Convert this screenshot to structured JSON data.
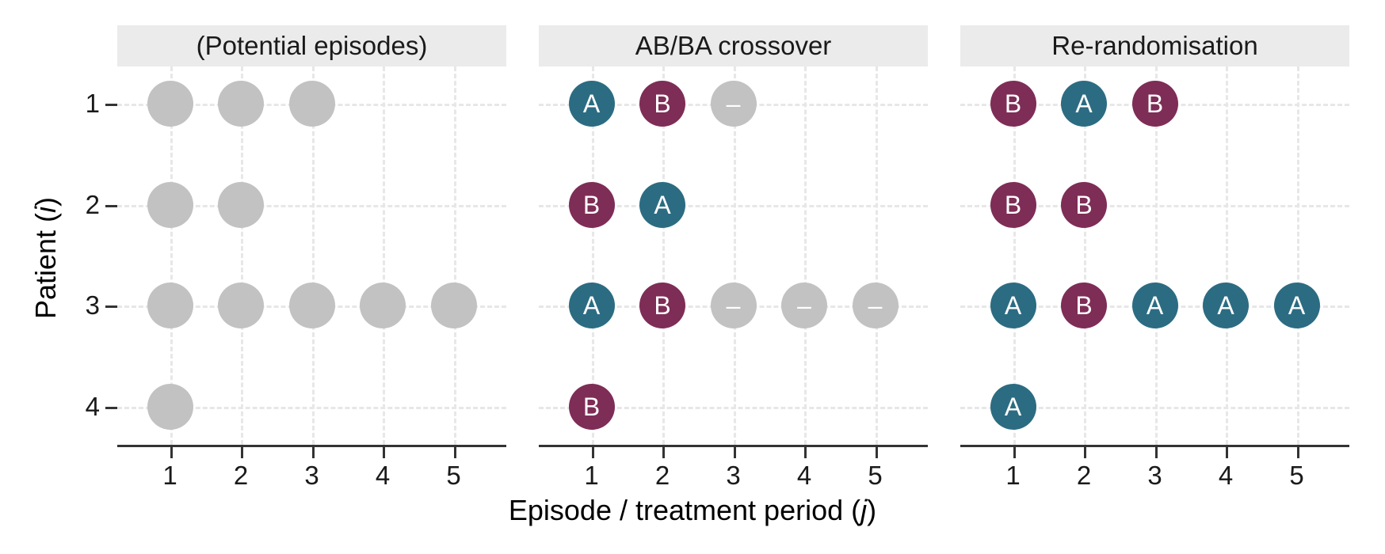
{
  "chart_data": {
    "type": "scatter",
    "description": "Faceted dot-matrix chart of treatment allocation per patient episode under three designs",
    "x_title": {
      "prefix": "Episode / treatment period (",
      "var": "j",
      "suffix": ")"
    },
    "y_title": {
      "prefix": "Patient (",
      "var": "i",
      "suffix": ")"
    },
    "x_ticks": [
      "1",
      "2",
      "3",
      "4",
      "5"
    ],
    "y_ticks": [
      "1",
      "2",
      "3",
      "4"
    ],
    "x_range": [
      1,
      5
    ],
    "y_range": [
      1,
      4
    ],
    "grid": "dashed",
    "legend_position": "none",
    "colors": {
      "A": "#2c6c82",
      "B": "#7e2d56",
      "-": "#c2c2c2",
      "P": "#c2c2c2"
    },
    "symbols": {
      "A": "A",
      "B": "B",
      "-": "–",
      "P": ""
    },
    "panels": [
      {
        "title": "(Potential episodes)",
        "rows": [
          {
            "patient": "1",
            "treatments": [
              "P",
              "P",
              "P"
            ]
          },
          {
            "patient": "2",
            "treatments": [
              "P",
              "P"
            ]
          },
          {
            "patient": "3",
            "treatments": [
              "P",
              "P",
              "P",
              "P",
              "P"
            ]
          },
          {
            "patient": "4",
            "treatments": [
              "P"
            ]
          }
        ]
      },
      {
        "title": "AB/BA crossover",
        "rows": [
          {
            "patient": "1",
            "treatments": [
              "A",
              "B",
              "-"
            ]
          },
          {
            "patient": "2",
            "treatments": [
              "B",
              "A"
            ]
          },
          {
            "patient": "3",
            "treatments": [
              "A",
              "B",
              "-",
              "-",
              "-"
            ]
          },
          {
            "patient": "4",
            "treatments": [
              "B"
            ]
          }
        ]
      },
      {
        "title": "Re-randomisation",
        "rows": [
          {
            "patient": "1",
            "treatments": [
              "B",
              "A",
              "B"
            ]
          },
          {
            "patient": "2",
            "treatments": [
              "B",
              "B"
            ]
          },
          {
            "patient": "3",
            "treatments": [
              "A",
              "B",
              "A",
              "A",
              "A"
            ]
          },
          {
            "patient": "4",
            "treatments": [
              "A"
            ]
          }
        ]
      }
    ]
  }
}
